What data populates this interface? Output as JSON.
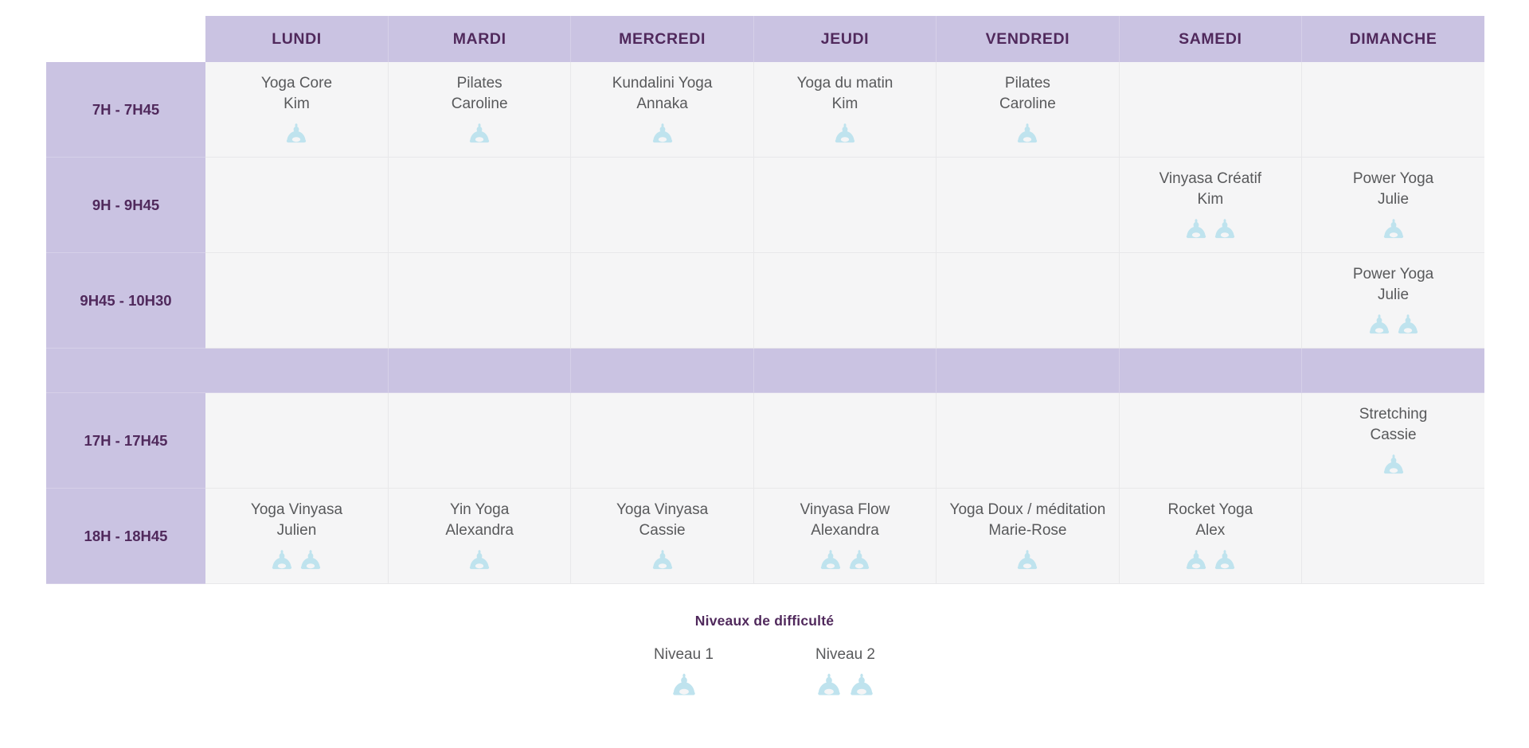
{
  "colors": {
    "header_purple": "#cac3e2",
    "header_text": "#50295c",
    "cell_background": "#f5f5f6",
    "cell_text": "#58595b",
    "icon_blue": "#bfe3ee",
    "grid_line": "#e8e8ea"
  },
  "table": {
    "corner_label": "",
    "days": [
      "LUNDI",
      "MARDI",
      "MERCREDI",
      "JEUDI",
      "VENDREDI",
      "SAMEDI",
      "DIMANCHE"
    ],
    "rows": [
      {
        "time": "7H - 7H45",
        "type": "classes",
        "cells": [
          {
            "class_name": "Yoga Core",
            "teacher": "Kim",
            "level": 1
          },
          {
            "class_name": "Pilates",
            "teacher": "Caroline",
            "level": 1
          },
          {
            "class_name": "Kundalini Yoga",
            "teacher": "Annaka",
            "level": 1
          },
          {
            "class_name": "Yoga du matin",
            "teacher": "Kim",
            "level": 1
          },
          {
            "class_name": "Pilates",
            "teacher": "Caroline",
            "level": 1
          },
          {
            "class_name": "",
            "teacher": "",
            "level": 0
          },
          {
            "class_name": "",
            "teacher": "",
            "level": 0
          }
        ]
      },
      {
        "time": "9H - 9H45",
        "type": "classes",
        "cells": [
          {
            "class_name": "",
            "teacher": "",
            "level": 0
          },
          {
            "class_name": "",
            "teacher": "",
            "level": 0
          },
          {
            "class_name": "",
            "teacher": "",
            "level": 0
          },
          {
            "class_name": "",
            "teacher": "",
            "level": 0
          },
          {
            "class_name": "",
            "teacher": "",
            "level": 0
          },
          {
            "class_name": "Vinyasa Créatif",
            "teacher": "Kim",
            "level": 2
          },
          {
            "class_name": "Power Yoga",
            "teacher": "Julie",
            "level": 1
          }
        ]
      },
      {
        "time": "9H45 - 10H30",
        "type": "classes",
        "cells": [
          {
            "class_name": "",
            "teacher": "",
            "level": 0
          },
          {
            "class_name": "",
            "teacher": "",
            "level": 0
          },
          {
            "class_name": "",
            "teacher": "",
            "level": 0
          },
          {
            "class_name": "",
            "teacher": "",
            "level": 0
          },
          {
            "class_name": "",
            "teacher": "",
            "level": 0
          },
          {
            "class_name": "",
            "teacher": "",
            "level": 0
          },
          {
            "class_name": "Power Yoga",
            "teacher": "Julie",
            "level": 2
          }
        ]
      },
      {
        "time": "",
        "type": "separator",
        "cells": [
          {
            "class_name": "",
            "teacher": "",
            "level": 0
          },
          {
            "class_name": "",
            "teacher": "",
            "level": 0
          },
          {
            "class_name": "",
            "teacher": "",
            "level": 0
          },
          {
            "class_name": "",
            "teacher": "",
            "level": 0
          },
          {
            "class_name": "",
            "teacher": "",
            "level": 0
          },
          {
            "class_name": "",
            "teacher": "",
            "level": 0
          },
          {
            "class_name": "",
            "teacher": "",
            "level": 0
          }
        ]
      },
      {
        "time": "17H - 17H45",
        "type": "classes",
        "cells": [
          {
            "class_name": "",
            "teacher": "",
            "level": 0
          },
          {
            "class_name": "",
            "teacher": "",
            "level": 0
          },
          {
            "class_name": "",
            "teacher": "",
            "level": 0
          },
          {
            "class_name": "",
            "teacher": "",
            "level": 0
          },
          {
            "class_name": "",
            "teacher": "",
            "level": 0
          },
          {
            "class_name": "",
            "teacher": "",
            "level": 0
          },
          {
            "class_name": "Stretching",
            "teacher": "Cassie",
            "level": 1
          }
        ]
      },
      {
        "time": "18H - 18H45",
        "type": "classes",
        "cells": [
          {
            "class_name": "Yoga Vinyasa",
            "teacher": "Julien",
            "level": 2
          },
          {
            "class_name": "Yin Yoga",
            "teacher": "Alexandra",
            "level": 1
          },
          {
            "class_name": "Yoga Vinyasa",
            "teacher": "Cassie",
            "level": 1
          },
          {
            "class_name": "Vinyasa Flow",
            "teacher": "Alexandra",
            "level": 2
          },
          {
            "class_name": "Yoga Doux / méditation",
            "teacher": "Marie-Rose",
            "level": 1
          },
          {
            "class_name": "Rocket Yoga",
            "teacher": "Alex",
            "level": 2
          },
          {
            "class_name": "",
            "teacher": "",
            "level": 0
          }
        ]
      }
    ]
  },
  "legend": {
    "title": "Niveaux de difficulté",
    "items": [
      {
        "label": "Niveau 1",
        "level": 1
      },
      {
        "label": "Niveau 2",
        "level": 2
      }
    ]
  },
  "icons": {
    "level_icon": "yoga-lotus-figure-icon"
  }
}
